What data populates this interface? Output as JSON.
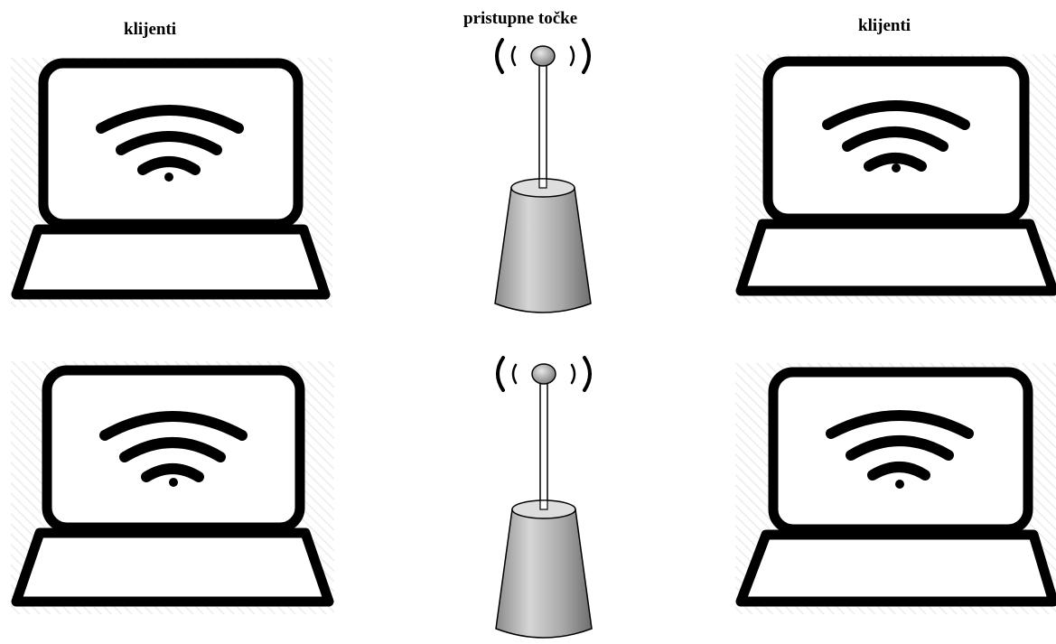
{
  "labels": {
    "clients_left": "klijenti",
    "access_points": "pristupne točke",
    "clients_right": "klijenti"
  },
  "colors": {
    "outline": "#000000",
    "hatch": "#e9e9e9",
    "ap_body_light": "#c4c4c4",
    "ap_body_dark": "#7a7a7a",
    "ap_knob": "#9a9a9a"
  },
  "nodes": {
    "laptops": [
      {
        "id": "laptop-top-left",
        "icon": "wifi-icon"
      },
      {
        "id": "laptop-top-right",
        "icon": "wifi-icon"
      },
      {
        "id": "laptop-bottom-left",
        "icon": "wifi-icon"
      },
      {
        "id": "laptop-bottom-right",
        "icon": "wifi-icon"
      }
    ],
    "access_points": [
      {
        "id": "access-point-top",
        "icon": "antenna-icon"
      },
      {
        "id": "access-point-bottom",
        "icon": "antenna-icon"
      }
    ]
  }
}
